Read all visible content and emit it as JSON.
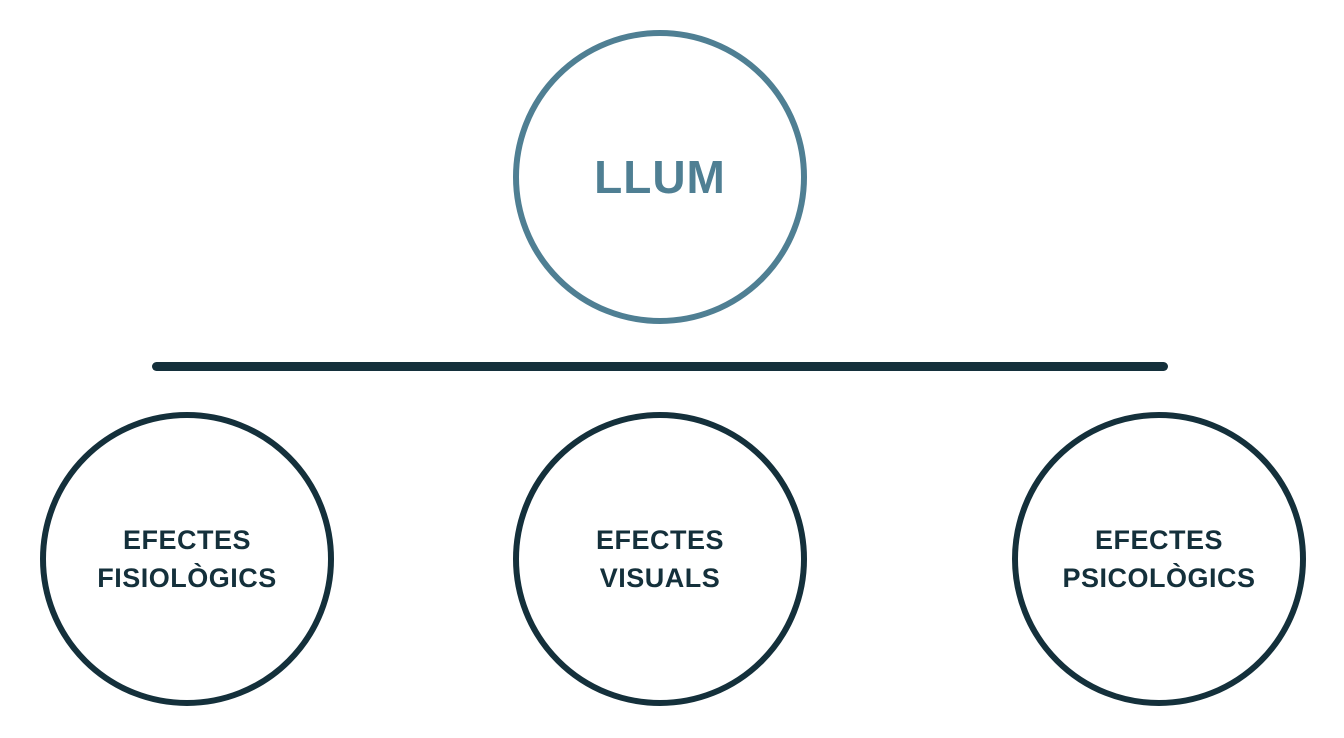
{
  "root": {
    "label": "LLUM"
  },
  "children": [
    {
      "line1": "EFECTES",
      "line2": "FISIOLÒGICS"
    },
    {
      "line1": "EFECTES",
      "line2": "VISUALS"
    },
    {
      "line1": "EFECTES",
      "line2": "PSICOLÒGICS"
    }
  ],
  "colors": {
    "root_accent": "#4f7f93",
    "dark": "#14303b",
    "background": "#ffffff"
  }
}
